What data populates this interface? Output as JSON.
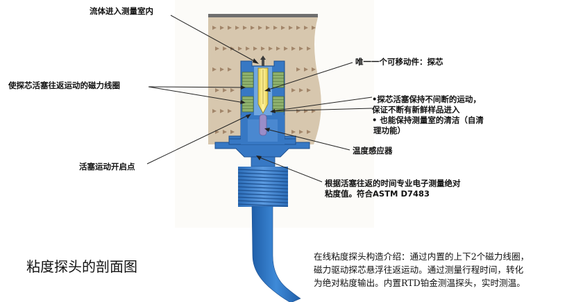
{
  "labels": {
    "fluid_inlet": "流体进入测量室内",
    "only_moving_part": "唯一一个可移动件：探芯",
    "coils": "使探芯活塞往返运动的磁力线圈",
    "continuous_motion": {
      "line1": "•探芯活塞保持不间断的运动，",
      "line2": "保证不断有新鲜样品进入",
      "line3": "• 也能保持测量室的清洁（自清",
      "line4": "理功能）"
    },
    "temp_sensor": "温度感应器",
    "piston_start": "活塞运动开启点",
    "measurement": {
      "line1": "根据活塞往返的时间专业电子测量绝对",
      "line2": "粘度值。符合ASTM D7483"
    }
  },
  "caption": "粘度探头的剖面图",
  "description": {
    "line1": "在线粘度探头构造介绍：通过内置的上下2个磁力线圈，",
    "line2": "磁力驱动探芯悬浮往返运动。通过测量行程时间，转化",
    "line3": "为绝对粘度输出。内置RTD铂金测温探头，实时测温。"
  },
  "colors": {
    "pipe_fill": "#d7c7ae",
    "arrow": "#a2866a",
    "probe_blue": "#3778c4",
    "probe_light": "#6fa6e0",
    "coil_green": "#8fb26e",
    "core_yellow": "#f3e26a",
    "sensor_purple": "#9b8dc8",
    "cable_blue": "#2f74c0",
    "panel_bg": "#fcfbf8"
  }
}
